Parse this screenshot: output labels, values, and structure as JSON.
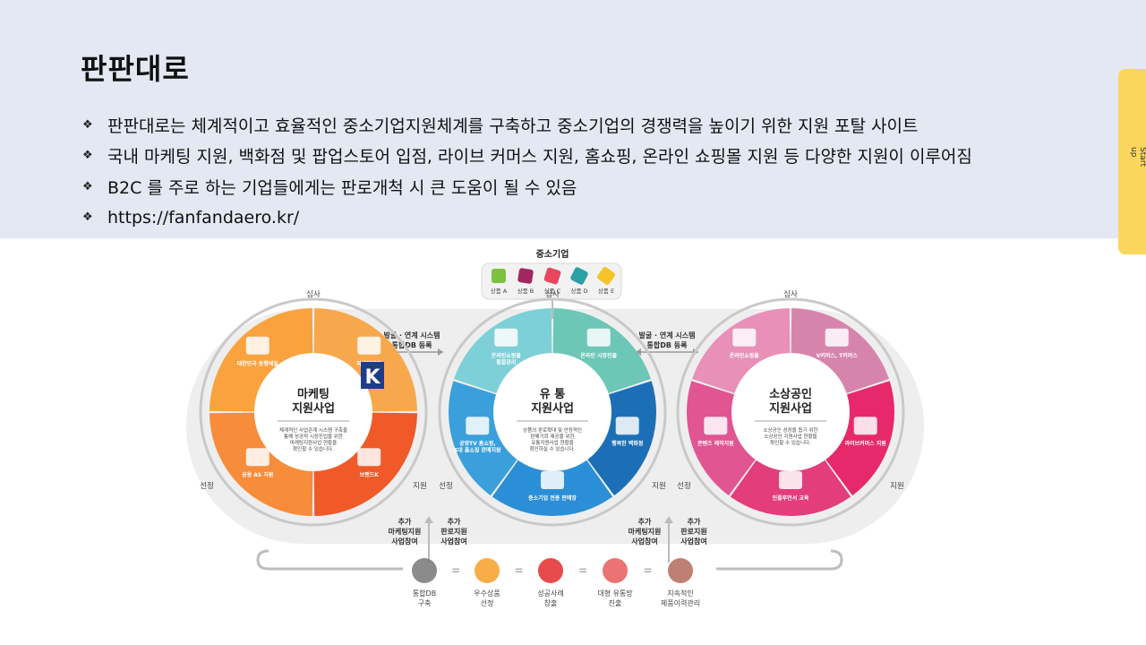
{
  "page": {
    "title": "판판대로",
    "bullets": [
      "판판대로는 체계적이고 효율적인 중소기업지원체계를 구축하고 중소기업의 경쟁력을 높이기 위한 지원 포탈 사이트",
      "국내 마케팅 지원, 백화점 및 팝업스토어 입점, 라이브 커머스 지원, 홈쇼핑, 온라인 쇼핑몰 지원 등 다양한 지원이 이루어짐",
      "B2C 를 주로 하는 기업들에게는 판로개척 시 큰 도움이 될 수 있음",
      "https://fanfandaero.kr/"
    ],
    "side_tab": "Start up"
  },
  "diagram": {
    "top_label": "중소기업",
    "products": [
      "상품 A",
      "상품 B",
      "상품 C",
      "상품 D",
      "상품 E"
    ],
    "product_colors": [
      "#7cc242",
      "#a0285f",
      "#e8475f",
      "#2aa1a5",
      "#f6c22a"
    ],
    "link_labels": [
      [
        "발굴 · 연계 시스템",
        "통합DB 등록"
      ],
      [
        "발굴 · 연계 시스템",
        "통합DB 등록"
      ]
    ],
    "stage_labels": {
      "review": "심사",
      "select": "선정",
      "support": "지원"
    },
    "circles": [
      {
        "title": [
          "마케팅",
          "지원사업"
        ],
        "description": [
          "체계적인 사업관계 시스템 구축을",
          "통해 성공적 시장진입을 위한",
          "마케팅지원사업 현황을",
          "확인할 수 있습니다."
        ],
        "segments": [
          "마케팅대전",
          "브랜드K",
          "공용 AS 지원",
          "대한민국 동행세일"
        ],
        "colors": [
          "#f7a84c",
          "#ef5a28",
          "#f78c3a",
          "#f9a23e"
        ],
        "badge_k": "K"
      },
      {
        "title": [
          "유 통",
          "지원사업"
        ],
        "description": [
          "상품의 판로확대 및 안정적인",
          "판매기회 제공을 위한",
          "유통지원사업 현황을",
          "확인하실 수 있습니다."
        ],
        "segments": [
          "온라인 시장진출",
          "행복한 백화점",
          "중소기업 전용 판매장",
          [
            "공영TV 홈쇼핑,",
            "6대 홈쇼핑 판매지원"
          ],
          [
            "온라인쇼핑몰",
            "통합관리"
          ]
        ],
        "colors": [
          "#6cc7b7",
          "#1c6fb6",
          "#2a8fd6",
          "#3b9fdc",
          "#7dd0d8"
        ]
      },
      {
        "title": [
          "소상공인",
          "지원사업"
        ],
        "description": [
          "소상공인 성장을 돕기 위한",
          "소상공인 지원사업 현황을",
          "확인할 수 있습니다."
        ],
        "segments": [
          "V커머스, T커머스",
          "라이브커머스 지원",
          "인플루언서 교육",
          "콘텐츠 제작지원",
          "온라인쇼핑몰"
        ],
        "colors": [
          "#d784ad",
          "#e7286a",
          "#e33d7b",
          "#e05592",
          "#e890b8"
        ]
      }
    ],
    "extra_labels": [
      [
        "추가",
        "마케팅지원",
        "사업참여"
      ],
      [
        "추가",
        "판로지원",
        "사업참여"
      ],
      [
        "추가",
        "마케팅지원",
        "사업참여"
      ],
      [
        "추가",
        "판로지원",
        "사업참여"
      ]
    ],
    "process": [
      [
        "통합DB",
        "구축"
      ],
      [
        "우수상품",
        "선정"
      ],
      [
        "성공사례",
        "창출"
      ],
      [
        "대형 유통망",
        "진출"
      ],
      [
        "지속적인",
        "제품이력관리"
      ]
    ],
    "process_connector": "="
  }
}
